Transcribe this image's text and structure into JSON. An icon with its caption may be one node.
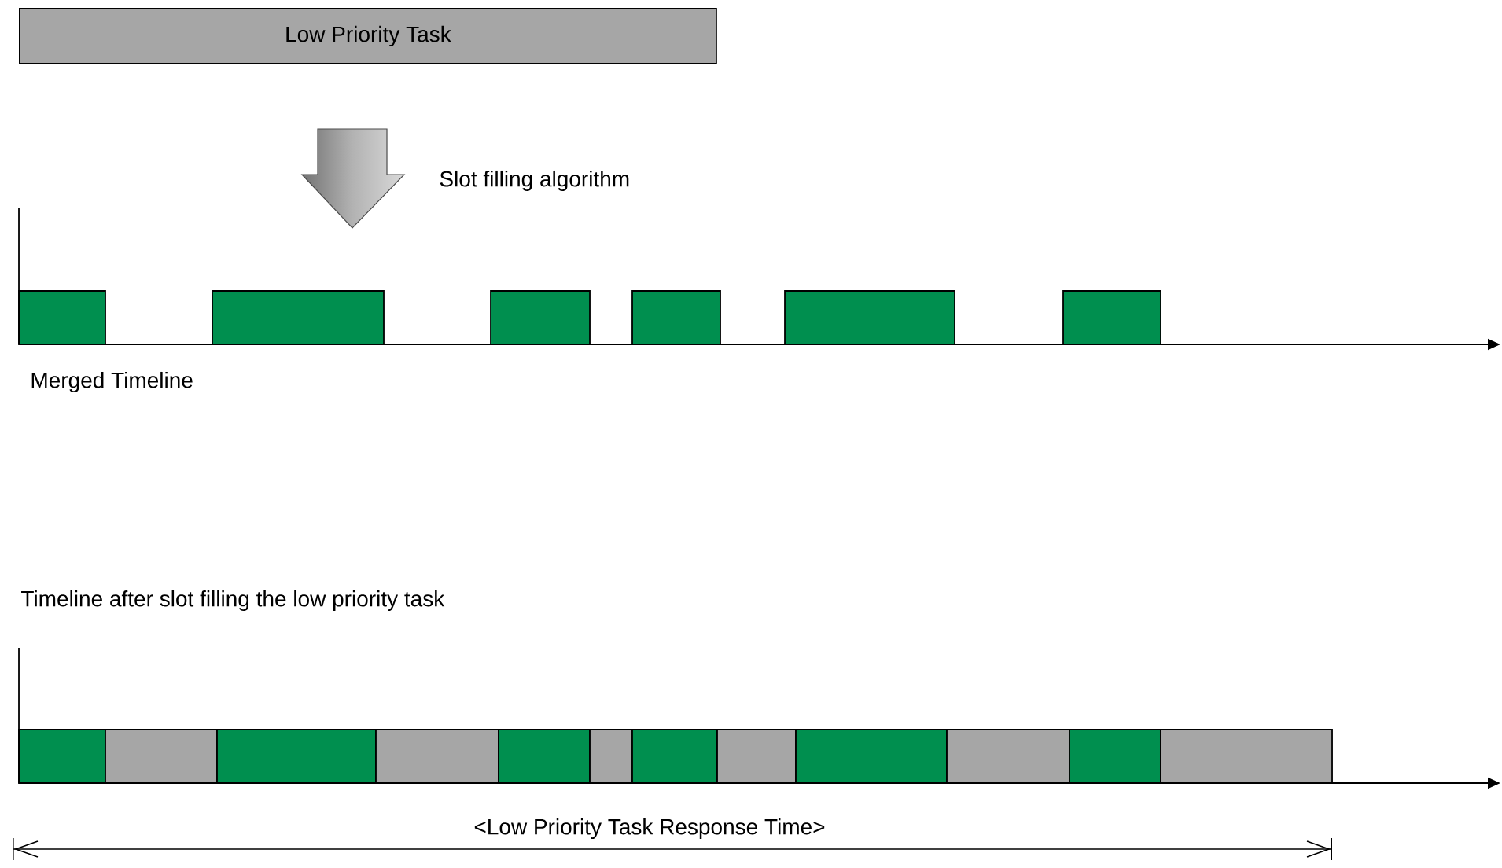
{
  "diagram": {
    "nodes": [
      {
        "text": [
          "Low Priority Task"
        ]
      }
    ],
    "labels": [
      "Slot filling algorithm",
      "Merged Timeline",
      "Timeline after slot filling the low priority task",
      "<Low Priority Task Response Time>"
    ]
  }
}
